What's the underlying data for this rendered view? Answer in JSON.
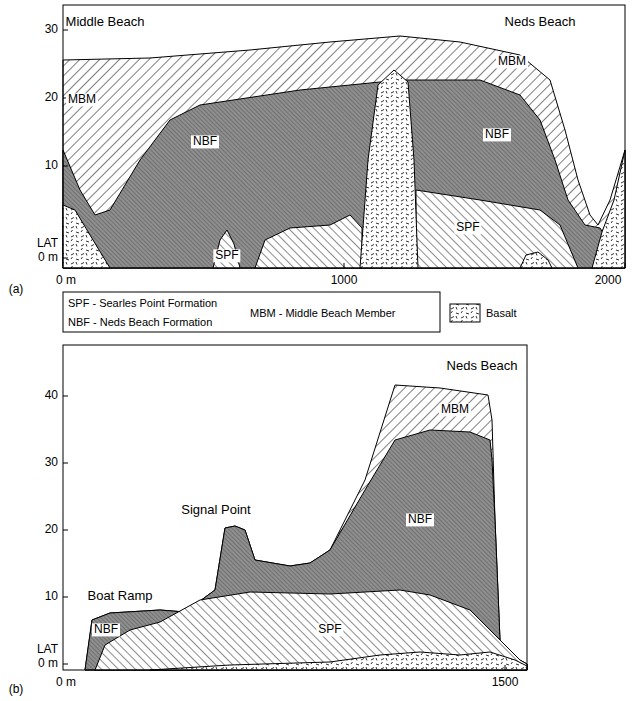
{
  "diagram": {
    "labels": [
      "Middle Beach",
      "Neds Beach",
      "MBM",
      "MBM",
      "NBF",
      "NBF",
      "SPF",
      "SPF",
      "30",
      "20",
      "10",
      "LAT",
      "0 m",
      "0 m",
      "1000",
      "2000",
      "(a)",
      "Neds Beach",
      "Signal Point",
      "Boat Ramp",
      "MBM",
      "NBF",
      "NBF",
      "SPF",
      "40",
      "30",
      "20",
      "10",
      "LAT",
      "0 m",
      "0 m",
      "1500",
      "(b)"
    ],
    "legend": [
      {
        "text": "SPF - Searles Point Formation"
      },
      {
        "text": "NBF - Neds Beach Formation"
      },
      {
        "text": "MBM - Middle Beach Member"
      },
      {
        "text": "Basalt"
      }
    ]
  }
}
